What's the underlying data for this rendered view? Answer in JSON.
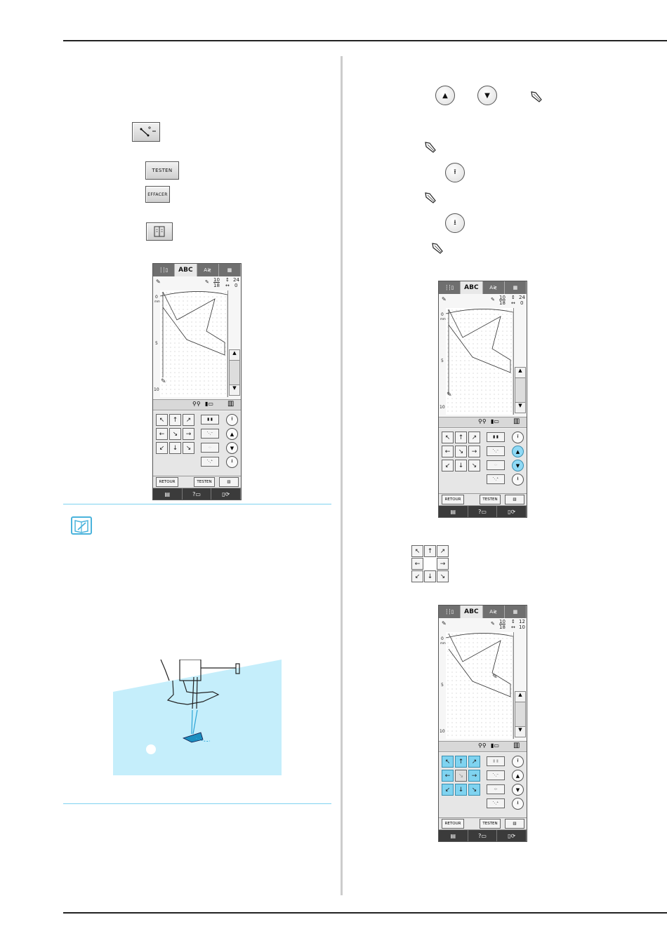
{
  "buttons": {
    "testen_label": "TESTEN",
    "effacer_label": "EFFACER",
    "retour_label": "RETOUR"
  },
  "panel1": {
    "tab_abc": "ABC",
    "stitch_count": "10",
    "stitch_total": "18",
    "coord_y": "24",
    "coord_x": "0",
    "ruler_labels": [
      "0",
      "5",
      "10"
    ],
    "ruler_unit": "mm"
  },
  "panel2": {
    "tab_abc": "ABC",
    "stitch_count": "10",
    "stitch_total": "18",
    "coord_y": "24",
    "coord_x": "0",
    "ruler_labels": [
      "0",
      "5",
      "10"
    ],
    "ruler_unit": "mm"
  },
  "panel3": {
    "tab_abc": "ABC",
    "stitch_count": "10",
    "stitch_total": "18",
    "coord_y": "12",
    "coord_x": "10",
    "ruler_labels": [
      "0",
      "5",
      "10"
    ],
    "ruler_unit": "mm"
  },
  "colors": {
    "accent": "#7fd3f0",
    "illustration_bg": "#c5eefb",
    "lcd_tab_bar": "#6f6f6f"
  }
}
